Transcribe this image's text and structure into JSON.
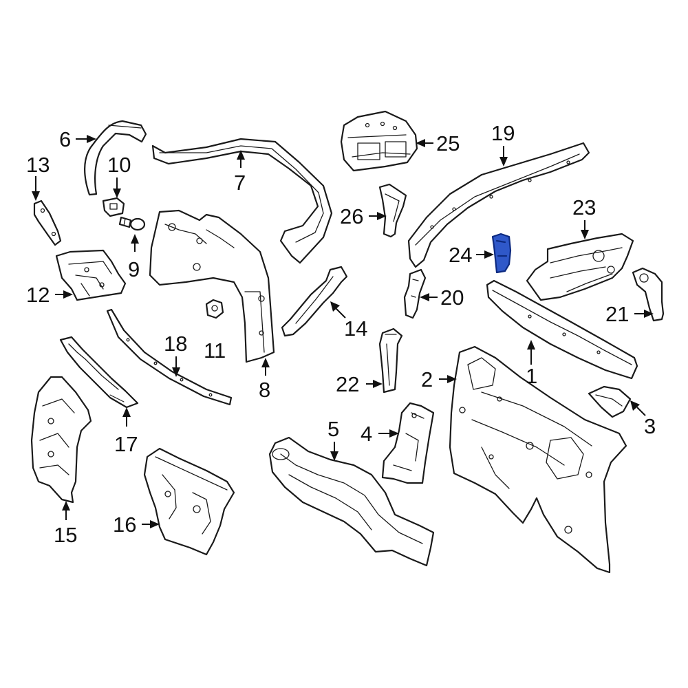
{
  "callouts": [
    {
      "id": "1",
      "label": "1"
    },
    {
      "id": "2",
      "label": "2"
    },
    {
      "id": "3",
      "label": "3"
    },
    {
      "id": "4",
      "label": "4"
    },
    {
      "id": "5",
      "label": "5"
    },
    {
      "id": "6",
      "label": "6"
    },
    {
      "id": "7",
      "label": "7"
    },
    {
      "id": "8",
      "label": "8"
    },
    {
      "id": "9",
      "label": "9"
    },
    {
      "id": "10",
      "label": "10"
    },
    {
      "id": "11",
      "label": "11"
    },
    {
      "id": "12",
      "label": "12"
    },
    {
      "id": "13",
      "label": "13"
    },
    {
      "id": "14",
      "label": "14"
    },
    {
      "id": "15",
      "label": "15"
    },
    {
      "id": "16",
      "label": "16"
    },
    {
      "id": "17",
      "label": "17"
    },
    {
      "id": "18",
      "label": "18"
    },
    {
      "id": "19",
      "label": "19"
    },
    {
      "id": "20",
      "label": "20"
    },
    {
      "id": "21",
      "label": "21"
    },
    {
      "id": "22",
      "label": "22"
    },
    {
      "id": "23",
      "label": "23"
    },
    {
      "id": "24",
      "label": "24"
    },
    {
      "id": "25",
      "label": "25"
    },
    {
      "id": "26",
      "label": "26"
    }
  ],
  "highlighted_part": "24",
  "colors": {
    "line": "#1a1a1a",
    "highlight": "#2f58c9",
    "background": "#ffffff"
  }
}
